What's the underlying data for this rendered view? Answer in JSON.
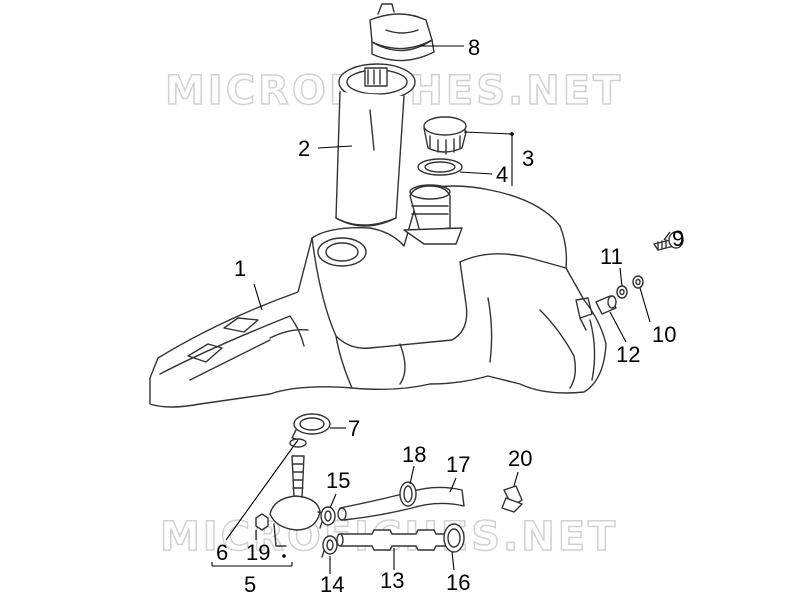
{
  "watermark": "MICROFICHES.NET",
  "callouts": [
    "1",
    "2",
    "3",
    "4",
    "5",
    "6",
    "7",
    "8",
    "9",
    "10",
    "11",
    "12",
    "13",
    "14",
    "15",
    "16",
    "17",
    "18",
    "19",
    "20"
  ],
  "colors": {
    "line": "#000000",
    "part_outline": "#333333",
    "watermark": "#d2d2d2"
  }
}
